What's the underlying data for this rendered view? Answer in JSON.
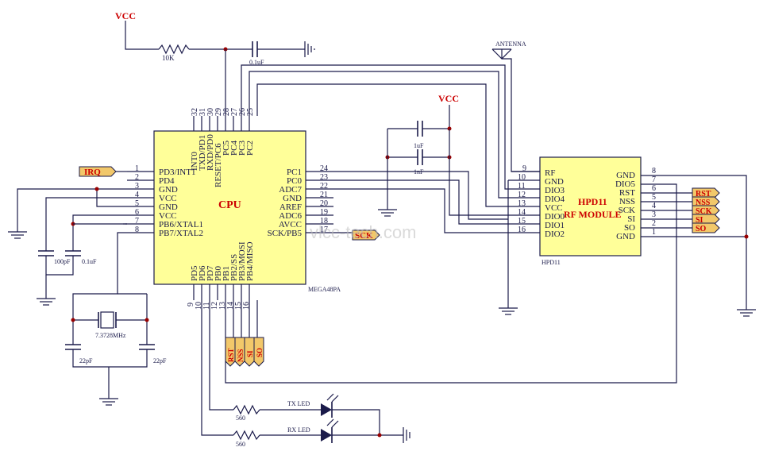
{
  "power": {
    "vcc_top": "VCC",
    "vcc_mid": "VCC"
  },
  "cpu": {
    "name": "CPU",
    "part": "MEGA48PA",
    "left_pins": [
      {
        "num": "1",
        "name": "PD3/INT1"
      },
      {
        "num": "2",
        "name": "PD4"
      },
      {
        "num": "3",
        "name": "GND"
      },
      {
        "num": "4",
        "name": "VCC"
      },
      {
        "num": "5",
        "name": "GND"
      },
      {
        "num": "6",
        "name": "VCC"
      },
      {
        "num": "7",
        "name": "PB6/XTAL1"
      },
      {
        "num": "8",
        "name": "PB7/XTAL2"
      }
    ],
    "right_pins": [
      {
        "num": "24",
        "name": "PC1"
      },
      {
        "num": "23",
        "name": "PC0"
      },
      {
        "num": "22",
        "name": "ADC7"
      },
      {
        "num": "21",
        "name": "GND"
      },
      {
        "num": "20",
        "name": "AREF"
      },
      {
        "num": "19",
        "name": "ADC6"
      },
      {
        "num": "18",
        "name": "AVCC"
      },
      {
        "num": "17",
        "name": "SCK/PB5"
      }
    ],
    "top_pins": [
      {
        "num": "32",
        "name": "INT0"
      },
      {
        "num": "31",
        "name": "TXD/PD1"
      },
      {
        "num": "30",
        "name": "RXD/PD0"
      },
      {
        "num": "29",
        "name": "RESET/PC6"
      },
      {
        "num": "28",
        "name": "PC5"
      },
      {
        "num": "27",
        "name": "PC4"
      },
      {
        "num": "26",
        "name": "PC3"
      },
      {
        "num": "25",
        "name": "PC2"
      }
    ],
    "bottom_pins": [
      {
        "num": "9",
        "name": "PD5"
      },
      {
        "num": "10",
        "name": "PD6"
      },
      {
        "num": "11",
        "name": "PD7"
      },
      {
        "num": "12",
        "name": "PB0"
      },
      {
        "num": "13",
        "name": "PB1"
      },
      {
        "num": "14",
        "name": "PB2/SS"
      },
      {
        "num": "15",
        "name": "PB3/MOSI"
      },
      {
        "num": "16",
        "name": "PB4/MISO"
      }
    ]
  },
  "rf": {
    "title": "HPD11",
    "subtitle": "RF MODULE",
    "part": "HPD11",
    "antenna": "ANTENNA",
    "left_pins": [
      {
        "num": "9",
        "name": "RF"
      },
      {
        "num": "10",
        "name": "GND"
      },
      {
        "num": "11",
        "name": "DIO3"
      },
      {
        "num": "12",
        "name": "DIO4"
      },
      {
        "num": "13",
        "name": "VCC"
      },
      {
        "num": "14",
        "name": "DIO0"
      },
      {
        "num": "15",
        "name": "DIO1"
      },
      {
        "num": "16",
        "name": "DIO2"
      }
    ],
    "right_pins": [
      {
        "num": "8",
        "name": "GND"
      },
      {
        "num": "7",
        "name": "DIO5"
      },
      {
        "num": "6",
        "name": "RST"
      },
      {
        "num": "5",
        "name": "NSS"
      },
      {
        "num": "4",
        "name": "SCK"
      },
      {
        "num": "3",
        "name": "SI"
      },
      {
        "num": "2",
        "name": "SO"
      },
      {
        "num": "1",
        "name": "GND"
      }
    ]
  },
  "ports": {
    "irq": "IRQ",
    "sck": "SCK",
    "rf_side": [
      "RST",
      "NSS",
      "SCK",
      "SI",
      "SO"
    ],
    "cpu_side": [
      "RST",
      "NSS",
      "SI",
      "SO"
    ]
  },
  "components": {
    "r_pullup": "10K",
    "c_reset": "0.1uF",
    "c_vcc1": "1uF",
    "c_vcc2": "1nF",
    "c_100p": "100pF",
    "c_01u": "0.1uF",
    "crystal": "7.3728MHz",
    "c_xt1": "22pF",
    "c_xt2": "22pF",
    "tx_led": "TX LED",
    "rx_led": "RX LED",
    "r_tx": "560",
    "r_rx": "560"
  },
  "watermark": "vlcc-tech.com"
}
